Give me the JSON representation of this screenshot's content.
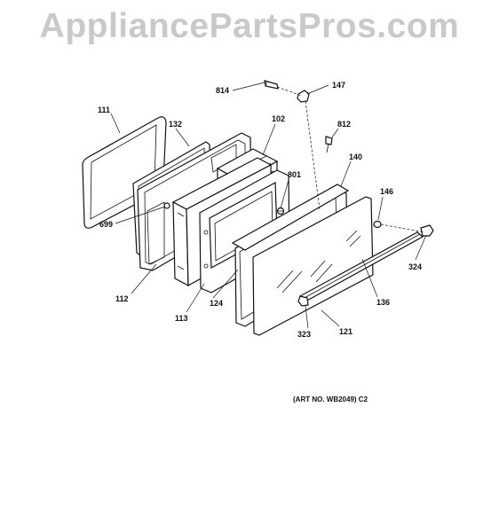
{
  "watermark": "AppliancePartsPros.com",
  "art_number": "(ART NO. WB2049) C2",
  "labels": {
    "p111": "111",
    "p132": "132",
    "p102": "102",
    "p814": "814",
    "p147": "147",
    "p812": "812",
    "p140": "140",
    "p801": "801",
    "p146": "146",
    "p699": "699",
    "p112": "112",
    "p113": "113",
    "p124": "124",
    "p324": "324",
    "p136": "136",
    "p323": "323",
    "p121": "121"
  }
}
